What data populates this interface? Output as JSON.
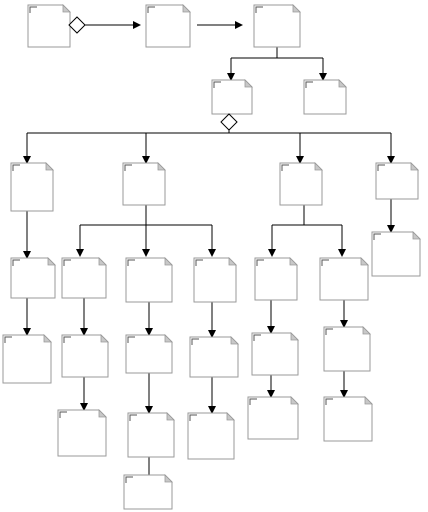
{
  "diagram": {
    "type": "flowchart",
    "nodes": [
      {
        "id": "n1",
        "shape": "page"
      },
      {
        "id": "d1",
        "shape": "decision"
      },
      {
        "id": "n2",
        "shape": "page"
      },
      {
        "id": "n3",
        "shape": "page"
      },
      {
        "id": "n4",
        "shape": "page"
      },
      {
        "id": "n5",
        "shape": "page"
      },
      {
        "id": "d2",
        "shape": "decision"
      },
      {
        "id": "c1",
        "shape": "page"
      },
      {
        "id": "c2",
        "shape": "page"
      },
      {
        "id": "c3",
        "shape": "page"
      },
      {
        "id": "c4",
        "shape": "page"
      },
      {
        "id": "c4a",
        "shape": "page"
      },
      {
        "id": "r1a",
        "shape": "page"
      },
      {
        "id": "r1b",
        "shape": "page"
      },
      {
        "id": "r1c",
        "shape": "page"
      },
      {
        "id": "r1d",
        "shape": "page"
      },
      {
        "id": "r1e",
        "shape": "page"
      },
      {
        "id": "r1f",
        "shape": "page"
      },
      {
        "id": "r2a",
        "shape": "page"
      },
      {
        "id": "r2b",
        "shape": "page"
      },
      {
        "id": "r2c",
        "shape": "page"
      },
      {
        "id": "r2d",
        "shape": "page"
      },
      {
        "id": "r2e",
        "shape": "page"
      },
      {
        "id": "r2f",
        "shape": "page"
      },
      {
        "id": "r3b",
        "shape": "page"
      },
      {
        "id": "r3c",
        "shape": "page"
      },
      {
        "id": "r3d",
        "shape": "page"
      },
      {
        "id": "r3e",
        "shape": "page"
      },
      {
        "id": "r3f",
        "shape": "page"
      },
      {
        "id": "r4c",
        "shape": "page"
      }
    ],
    "edges": [
      {
        "from": "d1",
        "to": "n2"
      },
      {
        "from": "n2",
        "to": "n3"
      },
      {
        "from": "n3",
        "to": "n4"
      },
      {
        "from": "n3",
        "to": "n5"
      },
      {
        "from": "d2",
        "to": "c1"
      },
      {
        "from": "d2",
        "to": "c2"
      },
      {
        "from": "d2",
        "to": "c3"
      },
      {
        "from": "d2",
        "to": "c4"
      },
      {
        "from": "c1",
        "to": "r1a"
      },
      {
        "from": "c2",
        "to": "r1b"
      },
      {
        "from": "c2",
        "to": "r1c"
      },
      {
        "from": "c2",
        "to": "r1d"
      },
      {
        "from": "c3",
        "to": "r1e"
      },
      {
        "from": "c3",
        "to": "r1f"
      },
      {
        "from": "c4",
        "to": "c4a"
      },
      {
        "from": "r1a",
        "to": "r2a"
      },
      {
        "from": "r1b",
        "to": "r2b"
      },
      {
        "from": "r1c",
        "to": "r2c"
      },
      {
        "from": "r1d",
        "to": "r2d"
      },
      {
        "from": "r1e",
        "to": "r2e"
      },
      {
        "from": "r1f",
        "to": "r2f"
      },
      {
        "from": "r2b",
        "to": "r3b"
      },
      {
        "from": "r2c",
        "to": "r3c"
      },
      {
        "from": "r2d",
        "to": "r3d"
      },
      {
        "from": "r2e",
        "to": "r3e"
      },
      {
        "from": "r2f",
        "to": "r3f"
      },
      {
        "from": "r3c",
        "to": "r4c"
      }
    ]
  },
  "colors": {
    "line": "#000000",
    "node_border": "#9a9a9a",
    "node_fill": "#ffffff",
    "fold": "#c8c8c8"
  }
}
